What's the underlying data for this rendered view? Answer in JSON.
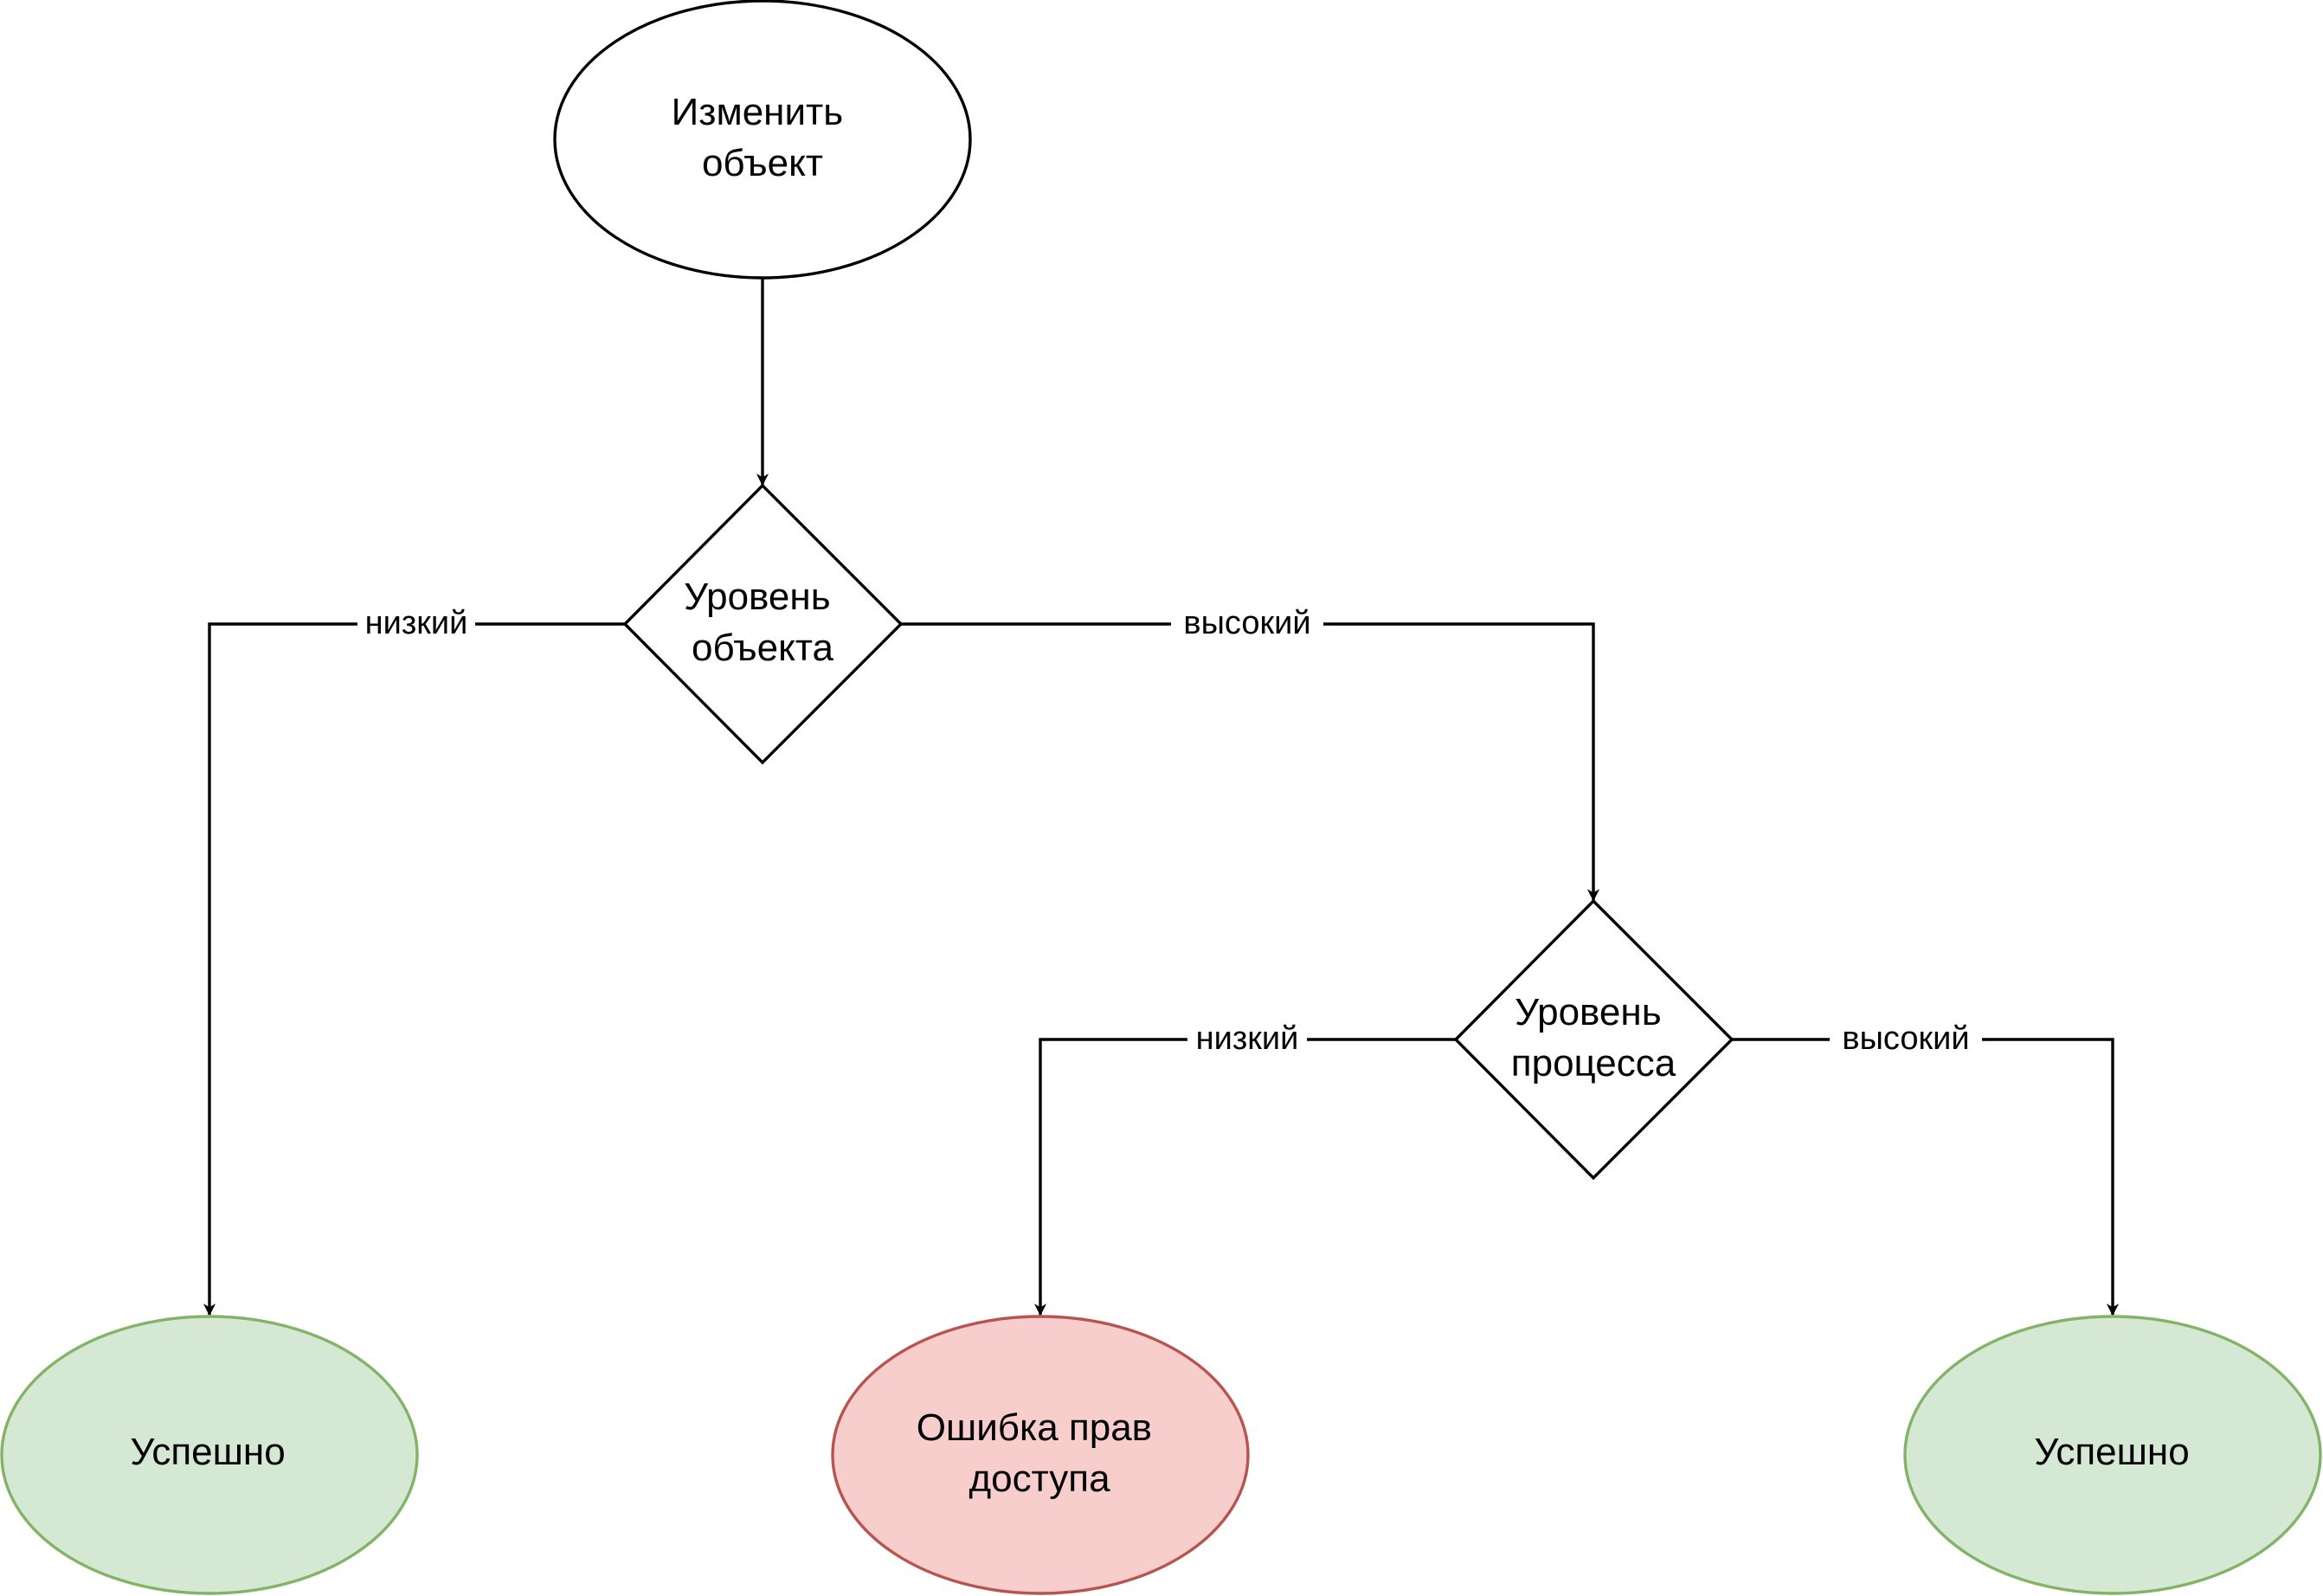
{
  "colors": {
    "neutral_fill": "#ffffff",
    "neutral_stroke": "#000000",
    "success_fill": "#d5e8d4",
    "success_stroke": "#82b366",
    "error_fill": "#f8cecc",
    "error_stroke": "#b85450"
  },
  "nodes": {
    "start": {
      "label": [
        "Изменить",
        "объект"
      ],
      "shape": "ellipse",
      "style": "neutral"
    },
    "decision_object": {
      "label": [
        "Уровень",
        "объекта"
      ],
      "shape": "diamond",
      "style": "neutral"
    },
    "decision_process": {
      "label": [
        "Уровень",
        "процесса"
      ],
      "shape": "diamond",
      "style": "neutral"
    },
    "success_left": {
      "label": [
        "Успешно"
      ],
      "shape": "ellipse",
      "style": "success"
    },
    "access_error": {
      "label": [
        "Ошибка прав",
        "доступа"
      ],
      "shape": "ellipse",
      "style": "error"
    },
    "success_right": {
      "label": [
        "Успешно"
      ],
      "shape": "ellipse",
      "style": "success"
    }
  },
  "edges": [
    {
      "from": "start",
      "to": "decision_object",
      "label": ""
    },
    {
      "from": "decision_object",
      "to": "success_left",
      "label": "низкий"
    },
    {
      "from": "decision_object",
      "to": "decision_process",
      "label": "высокий"
    },
    {
      "from": "decision_process",
      "to": "access_error",
      "label": "низкий"
    },
    {
      "from": "decision_process",
      "to": "success_right",
      "label": "высокий"
    }
  ]
}
